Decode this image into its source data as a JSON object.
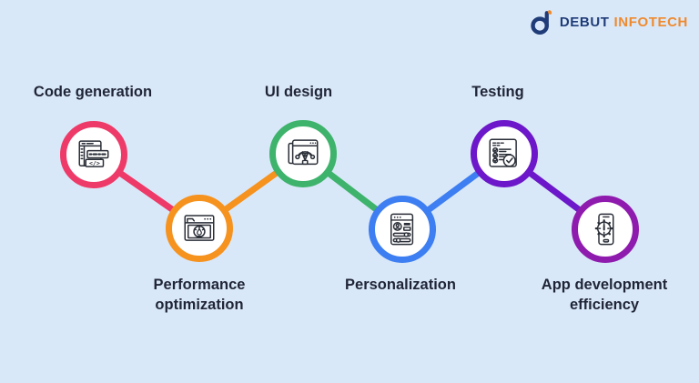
{
  "background_color": "#D9E8F8",
  "text_color": "#1F2537",
  "logo": {
    "brand_primary": "DEBUT",
    "brand_secondary": "INFOTECH",
    "primary_color": "#1F3C78",
    "secondary_color": "#EF8A2E",
    "icon": "debut-d-mark"
  },
  "steps": [
    {
      "label": "Code generation",
      "color": "#EE3A68",
      "icon": "code-window-icon",
      "position": "top",
      "icon_glyph": "</>"
    },
    {
      "label": "Performance optimization",
      "color": "#F6921E",
      "icon": "speedometer-window-icon",
      "position": "bottom"
    },
    {
      "label": "UI design",
      "color": "#3EB36C",
      "icon": "pen-tool-window-icon",
      "position": "top"
    },
    {
      "label": "Personalization",
      "color": "#3D7EF2",
      "icon": "user-settings-window-icon",
      "position": "bottom"
    },
    {
      "label": "Testing",
      "color": "#6C17C9",
      "icon": "checklist-check-icon",
      "position": "top"
    },
    {
      "label": "App development efficiency",
      "color": "#8F1BAE",
      "icon": "phone-gear-icon",
      "position": "bottom"
    }
  ]
}
